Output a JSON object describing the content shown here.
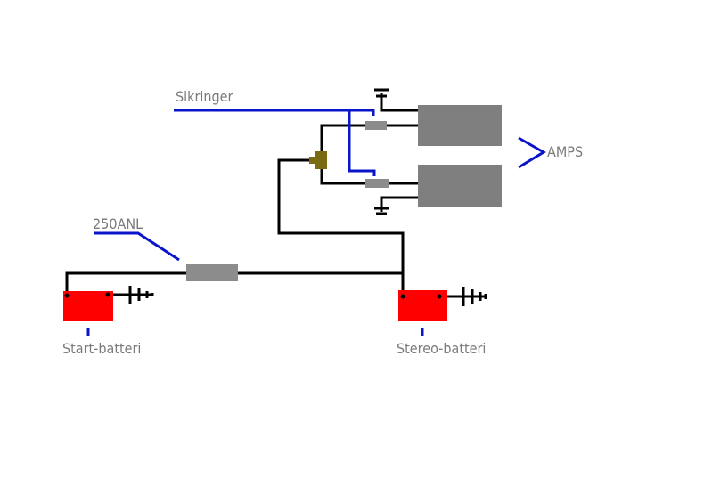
{
  "labels": {
    "fuses": "Sikringer",
    "main_fuse": "250ANL",
    "amps": "AMPS",
    "start_battery": "Start-batteri",
    "stereo_battery": "Stereo-batteri"
  },
  "colors": {
    "wire": "#000000",
    "pointer": "#0a14c8",
    "battery": "#ff0000",
    "fuse": "#8c8c8c",
    "amp": "#7f7f7f",
    "distribution_block": "#7a6a12",
    "label_text": "#7a7a7a"
  },
  "icons": {
    "ground": "ground-symbol-icon"
  }
}
